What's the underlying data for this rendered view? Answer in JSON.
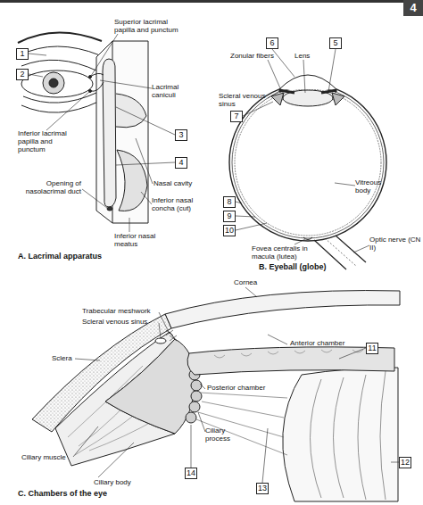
{
  "diagram": {
    "nodes": [
      {
        "text": [
          "1"
        ]
      },
      {
        "text": [
          "2"
        ]
      },
      {
        "text": [
          "3"
        ]
      },
      {
        "text": [
          "4"
        ]
      },
      {
        "text": [
          "6"
        ]
      },
      {
        "text": [
          "5"
        ]
      },
      {
        "text": [
          "7"
        ]
      },
      {
        "text": [
          "8"
        ]
      },
      {
        "text": [
          "9"
        ]
      },
      {
        "text": [
          "10"
        ]
      },
      {
        "text": [
          "11"
        ]
      },
      {
        "text": [
          "12"
        ]
      },
      {
        "text": [
          "14"
        ]
      },
      {
        "text": [
          "13"
        ]
      }
    ],
    "labels": [
      "Superior lacrimal papilla and punctum",
      "Lacrimal caniculi",
      "Inferior lacrimal papilla and punctum",
      "Nasal cavity",
      "Opening of nasolacrimal duct",
      "Inferior nasal concha (cut)",
      "Inferior nasal meatus",
      "A. Lacrimal apparatus",
      "Zonular fibers",
      "Lens",
      "Scleral venous sinus",
      "Vitreous body",
      "Fovea centralis in macula (lutea)",
      "Optic nerve (CN II)",
      "B. Eyeball (globe)",
      "Cornea",
      "Trabecular meshwork",
      "Scleral venous sinus",
      "Anterior chamber",
      "Sclera",
      "Posterior chamber",
      "Ciliary muscle",
      "Ciliary process",
      "Ciliary body",
      "C. Chambers of the eye",
      "4"
    ]
  }
}
